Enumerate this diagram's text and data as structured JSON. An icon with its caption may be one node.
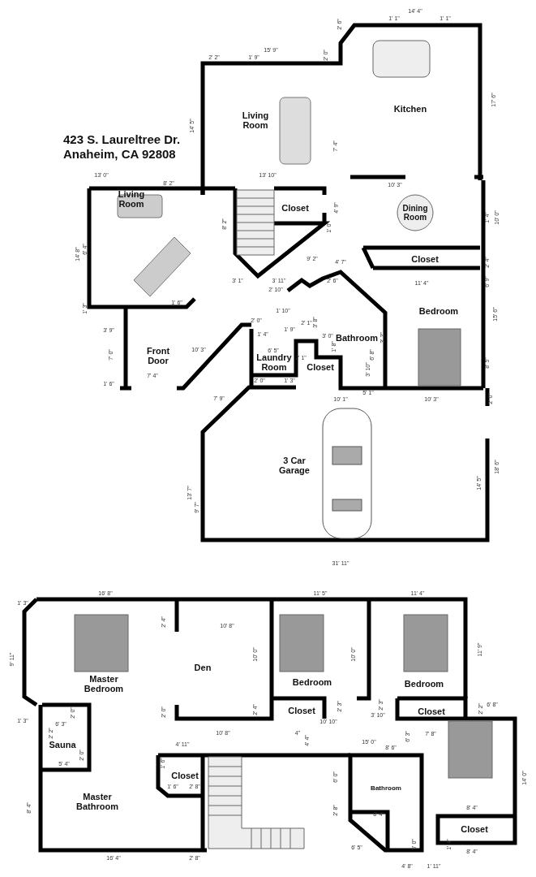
{
  "diagram": {
    "title": "423 S. Laureltree Dr. Anaheim, CA 92808",
    "nodes": [
      {
        "text": [
          "Living Room"
        ]
      },
      {
        "text": [
          "Kitchen"
        ]
      },
      {
        "text": [
          "Closet"
        ]
      },
      {
        "text": [
          "Dining Room"
        ]
      },
      {
        "text": [
          "Living Room"
        ]
      },
      {
        "text": [
          "Closet"
        ]
      },
      {
        "text": [
          "Bedroom"
        ]
      },
      {
        "text": [
          "Bathroom"
        ]
      },
      {
        "text": [
          "Front Door"
        ]
      },
      {
        "text": [
          "Laundry Room"
        ]
      },
      {
        "text": [
          "Closet"
        ]
      },
      {
        "text": [
          "3 Car Garage"
        ]
      },
      {
        "text": [
          "Master Bedroom"
        ]
      },
      {
        "text": [
          "Den"
        ]
      },
      {
        "text": [
          "Bedroom"
        ]
      },
      {
        "text": [
          "Bedroom"
        ]
      },
      {
        "text": [
          "Closet"
        ]
      },
      {
        "text": [
          "Closet"
        ]
      },
      {
        "text": [
          "Sauna"
        ]
      },
      {
        "text": [
          "Closet"
        ]
      },
      {
        "text": [
          "Master Bathroom"
        ]
      },
      {
        "text": [
          "Bathroom"
        ]
      },
      {
        "text": [
          "Closet"
        ]
      }
    ],
    "labels": [
      "14' 4\"",
      "2' 6\"",
      "1' 1\"",
      "1' 1\"",
      "15' 9\"",
      "2' 2\"",
      "1' 9\"",
      "2' 0\"",
      "17' 6\"",
      "14' 5\"",
      "7' 4\"",
      "13' 0\"",
      "8' 2\"",
      "13' 10\"",
      "10' 3\"",
      "8' 2\"",
      "4' 9\"",
      "1' 0\"",
      "1' 4\"",
      "10' 0\"",
      "14' 8\"",
      "6' 4\"",
      "2' 4\"",
      "9' 2\"",
      "4' 7\"",
      "3' 1\"",
      "3' 11\"",
      "2' 10\"",
      "2' 6\"",
      "6' 9\"",
      "11' 4\"",
      "1' 6\"",
      "1' 3\"",
      "15' 6\"",
      "1' 10\"",
      "3' 9\"",
      "2' 0\"",
      "1' 4\"",
      "1' 9\"",
      "2' 1\"",
      "3' 8\"",
      "3' 0\"",
      "1' 8\"",
      "3' 2\"",
      "10' 3\"",
      "7' 0\"",
      "6' 5\"",
      "6' 8\"",
      "2' 1\"",
      "3' 10\"",
      "8' 5\"",
      "7' 4\"",
      "1' 6\"",
      "2' 0\"",
      "1' 3\"",
      "5' 1\"",
      "10' 1\"",
      "10' 3\"",
      "2' 0\"",
      "7' 9\"",
      "18' 6\"",
      "14' 5\"",
      "13' 7\"",
      "9' 7\"",
      "31' 11\"",
      "16' 8\"",
      "1' 3\"",
      "11' 5\"",
      "11' 4\"",
      "2' 4\"",
      "10' 8\"",
      "9' 11\"",
      "10' 0\"",
      "10' 0\"",
      "11' 9\"",
      "2' 0\"",
      "2' 4\"",
      "10' 10\"",
      "2' 3\"",
      "2' 3\"",
      "3' 10\"",
      "6' 8\"",
      "2' 2\"",
      "1' 3\"",
      "6' 3\"",
      "2' 0\"",
      "10' 8\"",
      "4\"",
      "4' 4\"",
      "15' 0\"",
      "8' 6\"",
      "6' 3\"",
      "7' 8\"",
      "4' 11\"",
      "2' 2\"",
      "2' 0\"",
      "5' 4\"",
      "1' 6\"",
      "1' 6\"",
      "2' 8\"",
      "6' 0\"",
      "14' 0\"",
      "8' 4\"",
      "2' 8\"",
      "8' 4\"",
      "8' 4\"",
      "5' 0\"",
      "1' 4\"",
      "6' 5\"",
      "16' 4\"",
      "2' 8\"",
      "8' 4\"",
      "4' 8\"",
      "1' 11\""
    ]
  }
}
